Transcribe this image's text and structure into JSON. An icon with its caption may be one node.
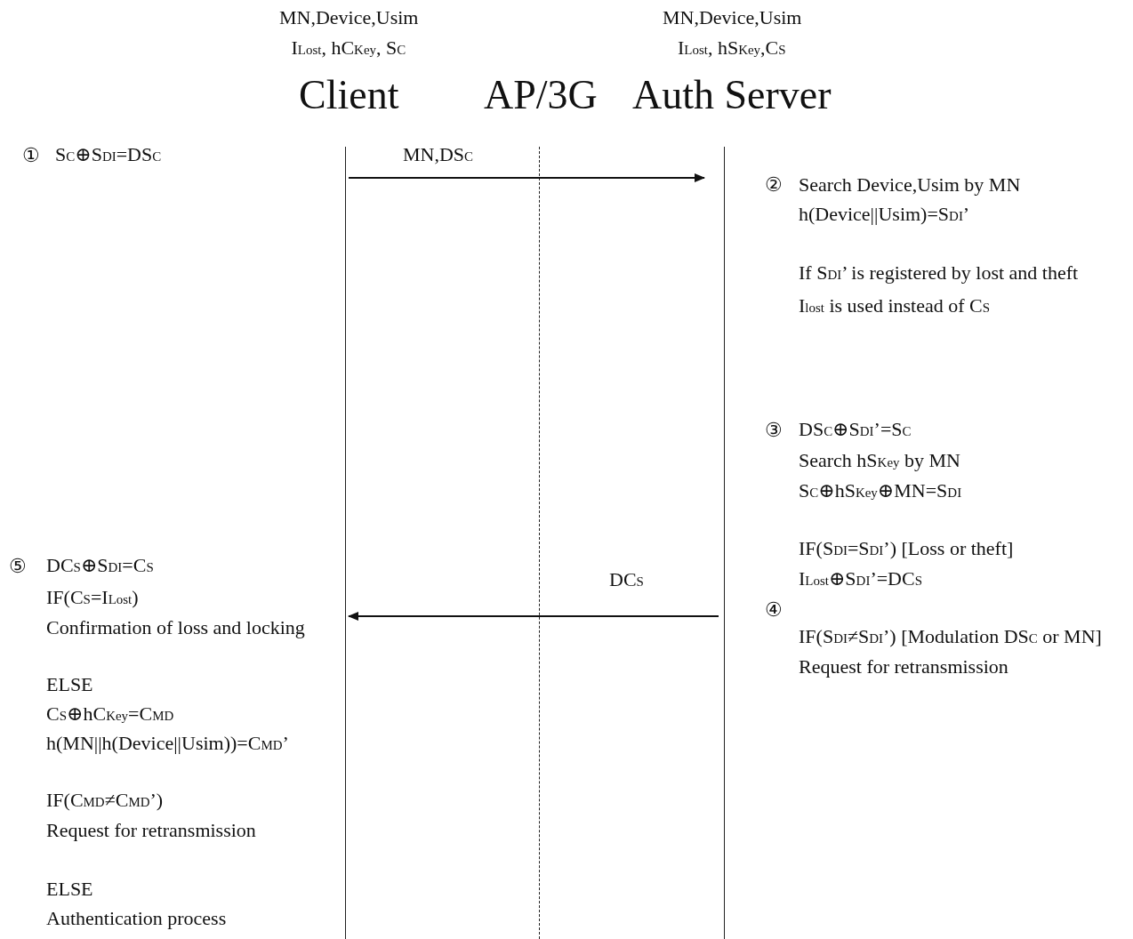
{
  "diagram": {
    "nodes": [
      {
        "text": [
          "Client"
        ],
        "beside": [
          "MN,Device,Usim",
          "I$_{Lost}$, hC$_{Key}$, S$_{C}$"
        ]
      },
      {
        "text": [
          "AP/3G"
        ]
      },
      {
        "text": [
          "Auth Server"
        ],
        "beside": [
          "MN,Device,Usim",
          "I$_{Lost}$, hS$_{Key}$,C$_{S}$"
        ]
      }
    ],
    "edges": [
      {
        "from": 0,
        "to": 2,
        "arrow": "to",
        "label": "MN,DS$_{C}$"
      },
      {
        "from": 2,
        "to": 0,
        "arrow": "to",
        "label": "DC$_{S}$"
      }
    ],
    "labels": [
      "①",
      "S$_{C}$⊕S$_{DI}$=DS$_{C}$",
      "②",
      "Search Device,Usim by MN",
      "h(Device||Usim)=S$_{DI}$’",
      "If S$_{DI}$’ is registered by lost and theft",
      "I$_{lost}$ is used instead of C$_{S}$",
      "③",
      "DS$_{C}$⊕S$_{DI}$’=S$_{C}$",
      "Search hS$_{Key}$ by MN",
      "S$_{C}$⊕hS$_{Key}$⊕MN=S$_{DI}$",
      "IF(S$_{DI}$=S$_{DI}$’) [Loss or theft]",
      "I$_{Lost}$⊕S$_{DI}$’=DC$_{S}$",
      "⑤",
      "DC$_{S}$⊕S$_{DI}$=C$_{S}$",
      "IF(C$_{S}$=I$_{Lost}$)",
      "Confirmation of loss and locking",
      "④",
      "IF(S$_{DI}$≠S$_{DI}$’) [Modulation DS$_{C}$ or MN]",
      "Request for retransmission",
      "ELSE",
      "C$_{S}$⊕hC$_{Key}$=C$_{MD}$",
      "h(MN||h(Device||Usim))=C$_{MD}$’",
      "IF(C$_{MD}$≠C$_{MD}$’)",
      "Request for retransmission",
      "ELSE",
      "Authentication process"
    ]
  }
}
